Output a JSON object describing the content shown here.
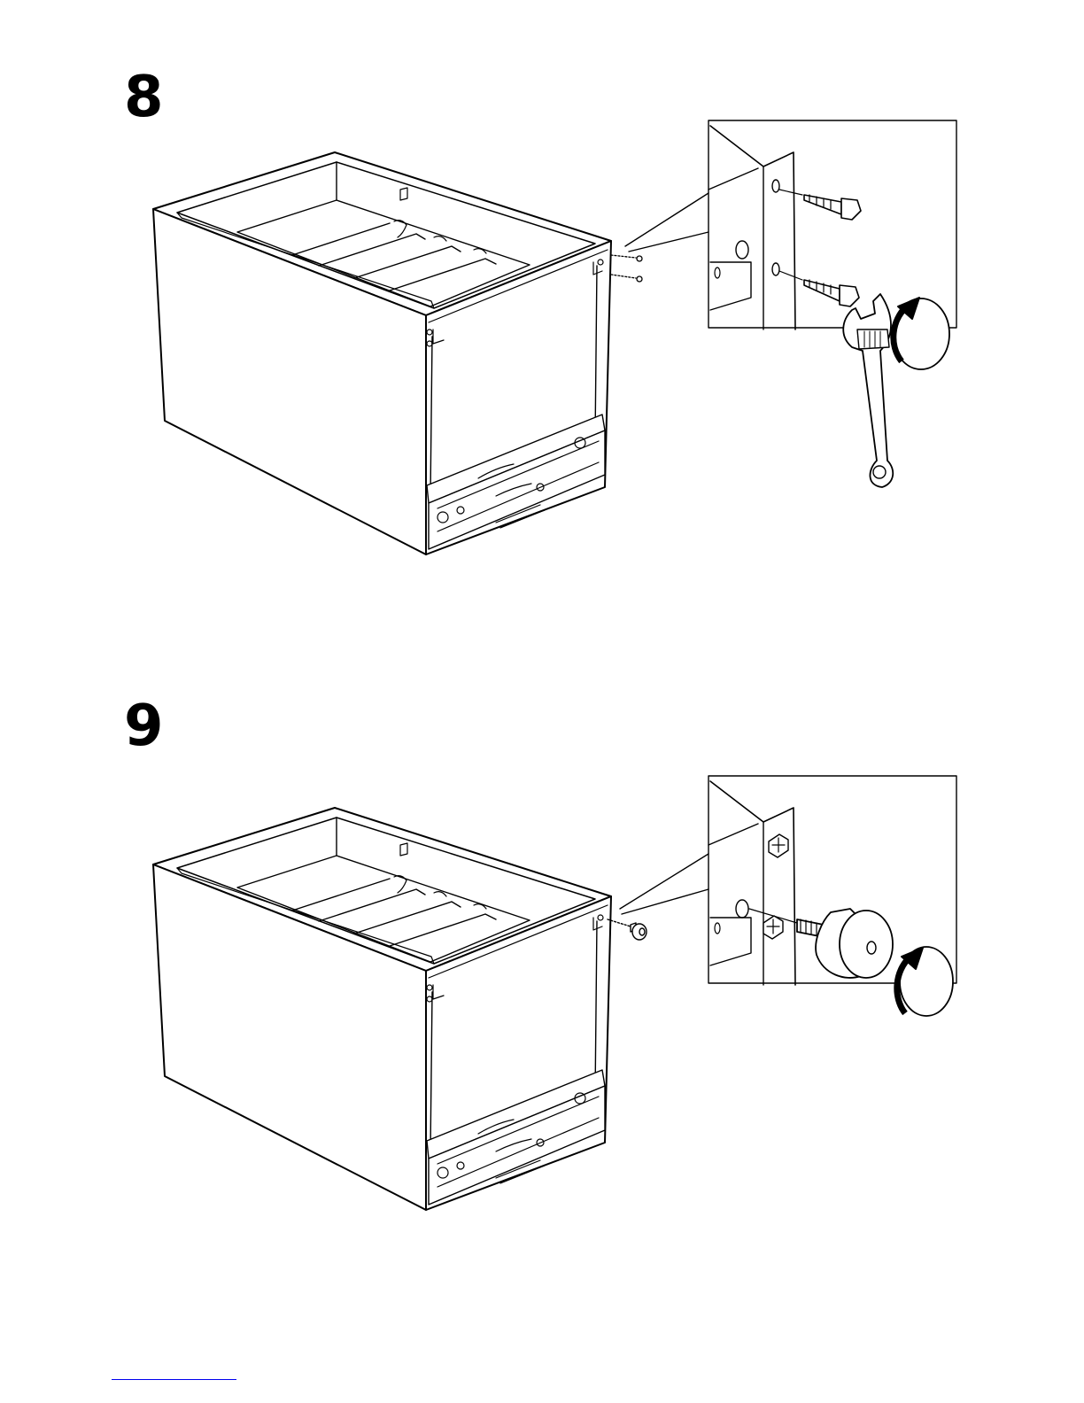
{
  "steps": [
    {
      "number": "8",
      "action": "screw-glide",
      "rotation_icon": "clockwise-arrow-icon",
      "tool_icon": "adjustable-wrench-icon"
    },
    {
      "number": "9",
      "action": "screw-foot",
      "rotation_icon": "clockwise-arrow-icon"
    }
  ],
  "colors": {
    "line": "#000000",
    "paper": "#ffffff",
    "footer_rule": "#0000ee"
  }
}
